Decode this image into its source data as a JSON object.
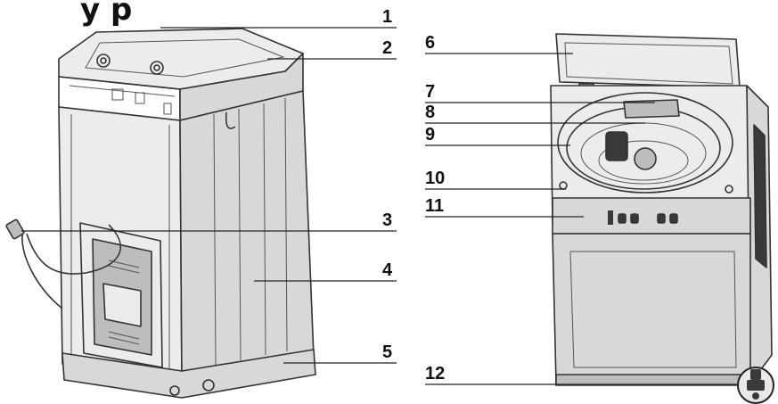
{
  "title": "y p",
  "callouts": [
    {
      "number": "1"
    },
    {
      "number": "2"
    },
    {
      "number": "3"
    },
    {
      "number": "4"
    },
    {
      "number": "5"
    },
    {
      "number": "6"
    },
    {
      "number": "7"
    },
    {
      "number": "8"
    },
    {
      "number": "9"
    },
    {
      "number": "10"
    },
    {
      "number": "11"
    },
    {
      "number": "12"
    }
  ],
  "colors": {
    "line": "#333333",
    "body": "#d8d8d8",
    "panel": "#3a3a3a"
  }
}
